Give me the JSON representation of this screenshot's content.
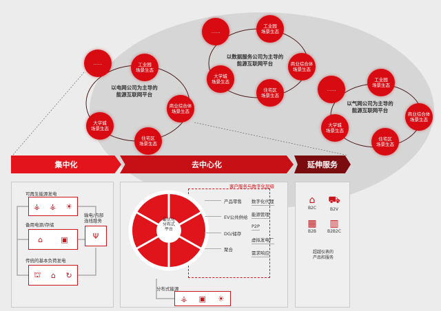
{
  "platforms": [
    {
      "center": "以电网公司为主导的\n能源互联网平台",
      "nodes": [
        "……",
        "工业园\n场景生态",
        "商业综合体\n场景生态",
        "住宅区\n场景生态",
        "大学城\n场景生态"
      ]
    },
    {
      "center": "以数据服务公司为主导的\n能源互联网平台",
      "nodes": [
        "……",
        "工业园\n场景生态",
        "商业综合体\n场景生态",
        "住宅区\n场景生态",
        "大学城\n场景生态"
      ]
    },
    {
      "center": "以气网公司为主导的\n能源互联网平台",
      "nodes": [
        "……",
        "工业园\n场景生态",
        "商业综合体\n场景生态",
        "住宅区\n场景生态",
        "大学城\n场景生态"
      ]
    }
  ],
  "banners": {
    "centralized": "集中化",
    "decentralized": "去中心化",
    "extended": "延伸服务"
  },
  "colors": {
    "red": "#d90b12",
    "dark_red": "#7a0c10",
    "gray": "#d6d6d6"
  },
  "centralized": {
    "renewable": "可再生能源发电",
    "backup": "备用电源/存储",
    "traditional": "传统的基本负荷发电",
    "transmission": "输电/内部\n连线服务"
  },
  "decentralized": {
    "layer_title": "客户服务与数字化层级",
    "wheel_center": "最优化\n分布式\n平台",
    "services_left": [
      "产品零售",
      "EV公共供给",
      "DG/储存",
      "聚合"
    ],
    "services_right": [
      "数字化代理",
      "能源管理",
      "P2P",
      "虚拟发电厂",
      "需求响应"
    ],
    "distributed": "分布式能源"
  },
  "extended": {
    "items": [
      "B2C",
      "B2V",
      "B2B",
      "B2B2C"
    ],
    "caption": "超越仪表的\n产品和服务"
  }
}
